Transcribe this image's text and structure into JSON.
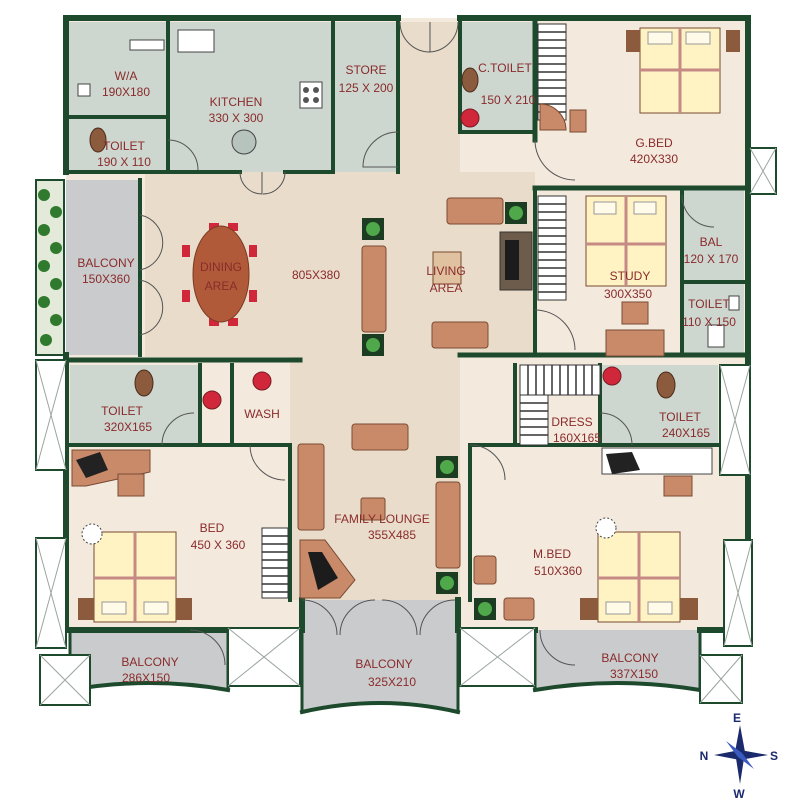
{
  "rooms": {
    "wa": {
      "name": "W/A",
      "size": "190X180"
    },
    "kitchen": {
      "name": "KITCHEN",
      "size": "330 X 300"
    },
    "store": {
      "name": "STORE",
      "size": "125 X 200"
    },
    "c_toilet": {
      "name": "C.TOILET",
      "size": "150 X 210"
    },
    "g_bed": {
      "name": "G.BED",
      "size": "420X330"
    },
    "toilet_small": {
      "name": "TOILET",
      "size": "190 X 110"
    },
    "balcony_west": {
      "name": "BALCONY",
      "size": "150X360"
    },
    "dining": {
      "name": "DINING",
      "sub": "AREA"
    },
    "main_hall": {
      "size": "805X380"
    },
    "living": {
      "name": "LIVING",
      "sub": "AREA"
    },
    "study": {
      "name": "STUDY",
      "size": "300X350"
    },
    "bal": {
      "name": "BAL",
      "size": "120 X 170"
    },
    "toilet_study": {
      "name": "TOILET",
      "size": "110 X 150"
    },
    "toilet_bed": {
      "name": "TOILET",
      "size": "320X165"
    },
    "wash": {
      "name": "WASH"
    },
    "dress": {
      "name": "DRESS",
      "size": "160X165"
    },
    "toilet_mbed": {
      "name": "TOILET",
      "size": "240X165"
    },
    "bed": {
      "name": "BED",
      "size": "450 X 360"
    },
    "family_lounge": {
      "name": "FAMILY LOUNGE",
      "size": "355X485"
    },
    "m_bed": {
      "name": "M.BED",
      "size": "510X360"
    },
    "balcony_bed": {
      "name": "BALCONY",
      "size": "286X150"
    },
    "balcony_lounge": {
      "name": "BALCONY",
      "size": "325X210"
    },
    "balcony_mbed": {
      "name": "BALCONY",
      "size": "337X150"
    }
  },
  "compass": {
    "n": "N",
    "s": "S",
    "e": "E",
    "w": "W"
  },
  "colors": {
    "wall": "#1d4a2c",
    "floor": "#f3e9dd",
    "hall": "#e9dccb",
    "service": "#cdd6cf",
    "balcony": "#c9cbcc",
    "bedding": "#fff3c4",
    "sofa": "#c98a6a",
    "text": "#8a2b2b"
  }
}
